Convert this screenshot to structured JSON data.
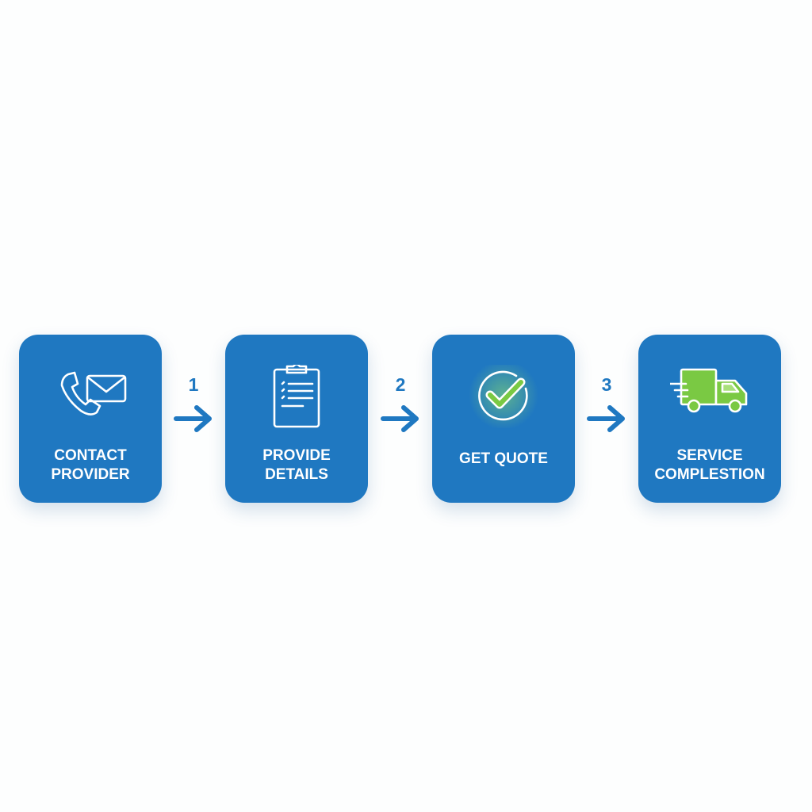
{
  "colors": {
    "card": "#1f78c1",
    "arrow": "#1f78c1",
    "accent_green": "#7ac943",
    "text": "#ffffff"
  },
  "steps": [
    {
      "icon": "phone-envelope-icon",
      "lines": [
        "CONTACT",
        "PROVIDER"
      ]
    },
    {
      "icon": "clipboard-checklist-icon",
      "lines": [
        "PROVIDE",
        "DETAILS"
      ]
    },
    {
      "icon": "check-circle-icon",
      "lines": [
        "GET QUOTE"
      ]
    },
    {
      "icon": "delivery-truck-icon",
      "lines": [
        "SERVICE",
        "COMPLESTION"
      ]
    }
  ],
  "connectors": [
    {
      "number": "1"
    },
    {
      "number": "2"
    },
    {
      "number": "3"
    }
  ]
}
